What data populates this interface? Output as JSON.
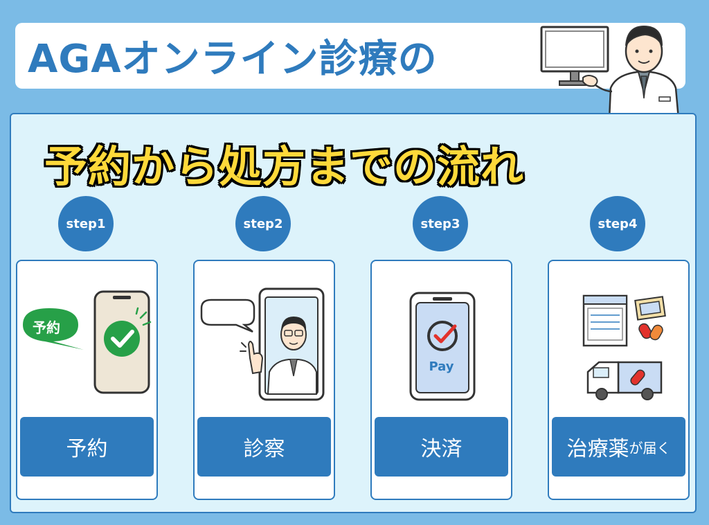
{
  "title": "AGAオンライン診療の",
  "subtitle": "予約から処方までの流れ",
  "colors": {
    "accent": "#2f7bbd",
    "background": "#7bbbe6",
    "panel": "#ddf3fb",
    "highlight": "#ffd93a",
    "check": "#27a048"
  },
  "steps": [
    {
      "badge": "step1",
      "label": "予約",
      "bubble": "予約"
    },
    {
      "badge": "step2",
      "label": "診察"
    },
    {
      "badge": "step3",
      "label": "決済",
      "pay": "Pay"
    },
    {
      "badge": "step4",
      "label_main": "治療薬",
      "label_small": "が届く"
    }
  ]
}
